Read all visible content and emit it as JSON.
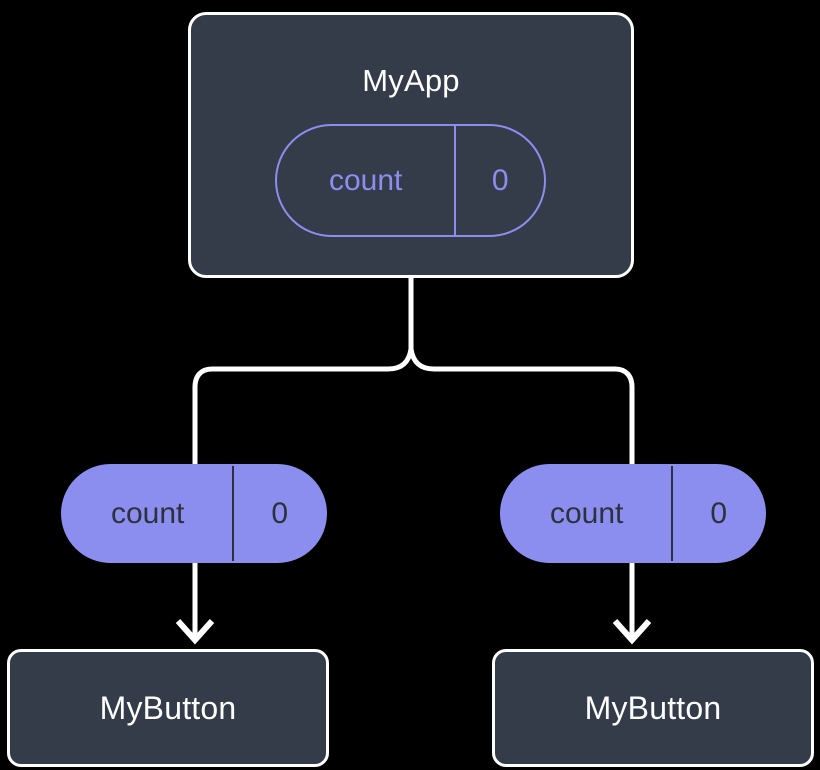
{
  "diagram": {
    "type": "component-state-tree",
    "background_color": "#000000",
    "colors": {
      "component_fill": "#343b49",
      "component_border": "#ffffff",
      "component_label": "#ffffff",
      "state_accent": "#8b8eef",
      "state_filled_text": "#2c313c",
      "connector": "#ffffff"
    },
    "root": {
      "title": "MyApp",
      "state": {
        "key": "count",
        "value": "0",
        "style": "outlined"
      }
    },
    "branches": [
      {
        "side": "left",
        "state": {
          "key": "count",
          "value": "0",
          "style": "filled"
        },
        "child": {
          "title": "MyButton"
        }
      },
      {
        "side": "right",
        "state": {
          "key": "count",
          "value": "0",
          "style": "filled"
        },
        "child": {
          "title": "MyButton"
        }
      }
    ],
    "connectors": [
      {
        "name": "root-to-fork",
        "from": "MyApp",
        "to": "fork-junction",
        "arrowhead": false
      },
      {
        "name": "fork-to-left-state",
        "from": "fork-junction",
        "to": "left count pill",
        "arrowhead": false
      },
      {
        "name": "fork-to-right-state",
        "from": "fork-junction",
        "to": "right count pill",
        "arrowhead": false
      },
      {
        "name": "left-state-to-mybutton",
        "from": "left count pill",
        "to": "MyButton",
        "arrowhead": true
      },
      {
        "name": "right-state-to-mybutton",
        "from": "right count pill",
        "to": "MyButton",
        "arrowhead": true
      }
    ]
  }
}
